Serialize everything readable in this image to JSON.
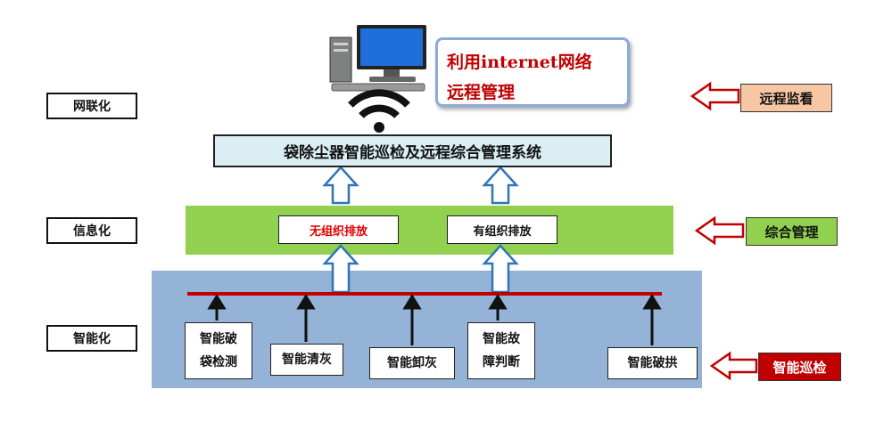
{
  "levels": {
    "network": "网联化",
    "information": "信息化",
    "intelligent": "智能化"
  },
  "internet_note": {
    "line1": "利用internet网络",
    "line2": "远程管理"
  },
  "system": {
    "title": "袋除尘器智能巡检及远程综合管理系统"
  },
  "emissions": {
    "unorganized": "无组织排放",
    "organized": "有组织排放"
  },
  "modules": {
    "bag_detect_line1": "智能破",
    "bag_detect_line2": "袋检测",
    "ash_cleaning": "智能清灰",
    "ash_unloading": "智能卸灰",
    "fault_line1": "智能故",
    "fault_line2": "障判断",
    "arch_breaking": "智能破拱"
  },
  "right_tags": {
    "remote_monitor": "远程监看",
    "integrated_mgmt": "综合管理",
    "smart_inspection": "智能巡检"
  },
  "colors": {
    "green_band": "#92d050",
    "blue_band": "#95b3d7",
    "system_box": "#dbeef3",
    "bus_line": "#c00000",
    "highlight_text": "#e00000",
    "tag_orange": "#f7c7a4",
    "tag_red": "#c00000"
  },
  "icons": [
    "computer-icon",
    "wifi-icon",
    "up-arrow-icon",
    "left-arrow-icon"
  ]
}
